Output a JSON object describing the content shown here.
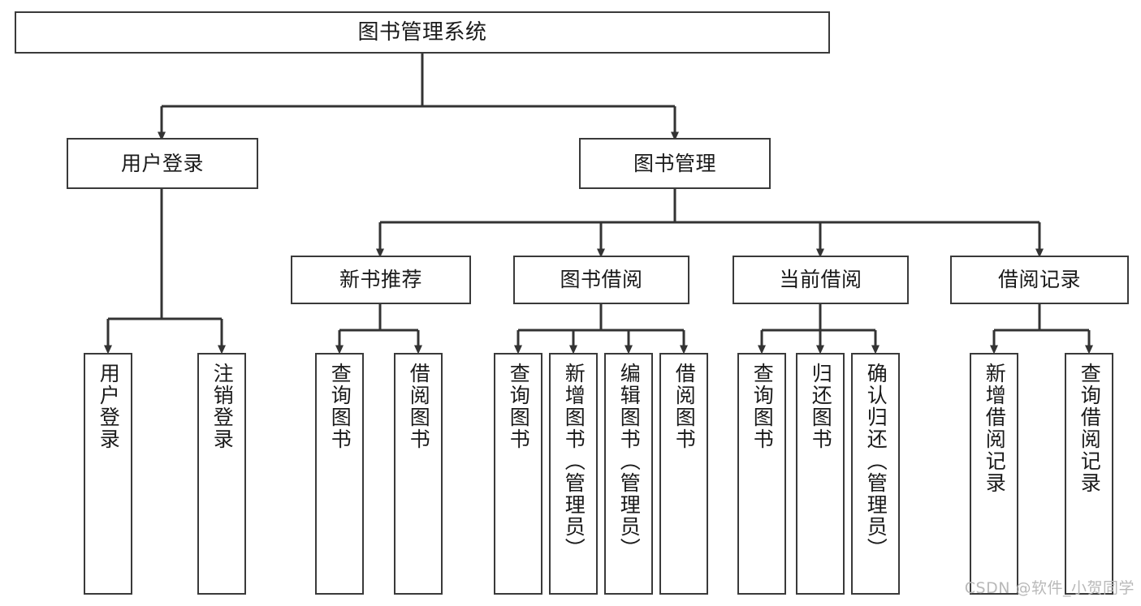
{
  "diagram": {
    "title": "图书管理系统",
    "type": "tree-hierarchy",
    "watermark": "CSDN @软件_小贺同学",
    "colors": {
      "background": "#ffffff",
      "box_border": "#3a3a3a",
      "box_fill": "#ffffff",
      "edge": "#333333",
      "text": "#1a1a1a",
      "watermark": "#b9b9b9"
    },
    "nodes": {
      "root": {
        "label": "图书管理系统"
      },
      "level2": [
        {
          "id": "user-login",
          "label": "用户登录"
        },
        {
          "id": "book-manage",
          "label": "图书管理"
        }
      ],
      "level3": [
        {
          "id": "new-book-recommend",
          "label": "新书推荐"
        },
        {
          "id": "book-borrow",
          "label": "图书借阅"
        },
        {
          "id": "current-borrow",
          "label": "当前借阅"
        },
        {
          "id": "borrow-record",
          "label": "借阅记录"
        }
      ],
      "leaves": {
        "user_login": [
          {
            "id": "leaf-user-login",
            "label": "用户登录"
          },
          {
            "id": "leaf-logout-login",
            "label": "注销登录"
          }
        ],
        "new_book_recommend": [
          {
            "id": "leaf-query-book-1",
            "label": "查询图书"
          },
          {
            "id": "leaf-borrow-book-1",
            "label": "借阅图书"
          }
        ],
        "book_borrow": [
          {
            "id": "leaf-query-book-2",
            "label": "查询图书"
          },
          {
            "id": "leaf-add-book",
            "label": "新增图书（管理员）"
          },
          {
            "id": "leaf-edit-book",
            "label": "编辑图书（管理员）"
          },
          {
            "id": "leaf-borrow-book-2",
            "label": "借阅图书"
          }
        ],
        "current_borrow": [
          {
            "id": "leaf-query-book-3",
            "label": "查询图书"
          },
          {
            "id": "leaf-return-book",
            "label": "归还图书"
          },
          {
            "id": "leaf-confirm-return",
            "label": "确认归还（管理员）"
          }
        ],
        "borrow_record": [
          {
            "id": "leaf-add-borrow-record",
            "label": "新增借阅记录"
          },
          {
            "id": "leaf-query-borrow-record",
            "label": "查询借阅记录"
          }
        ]
      }
    }
  }
}
